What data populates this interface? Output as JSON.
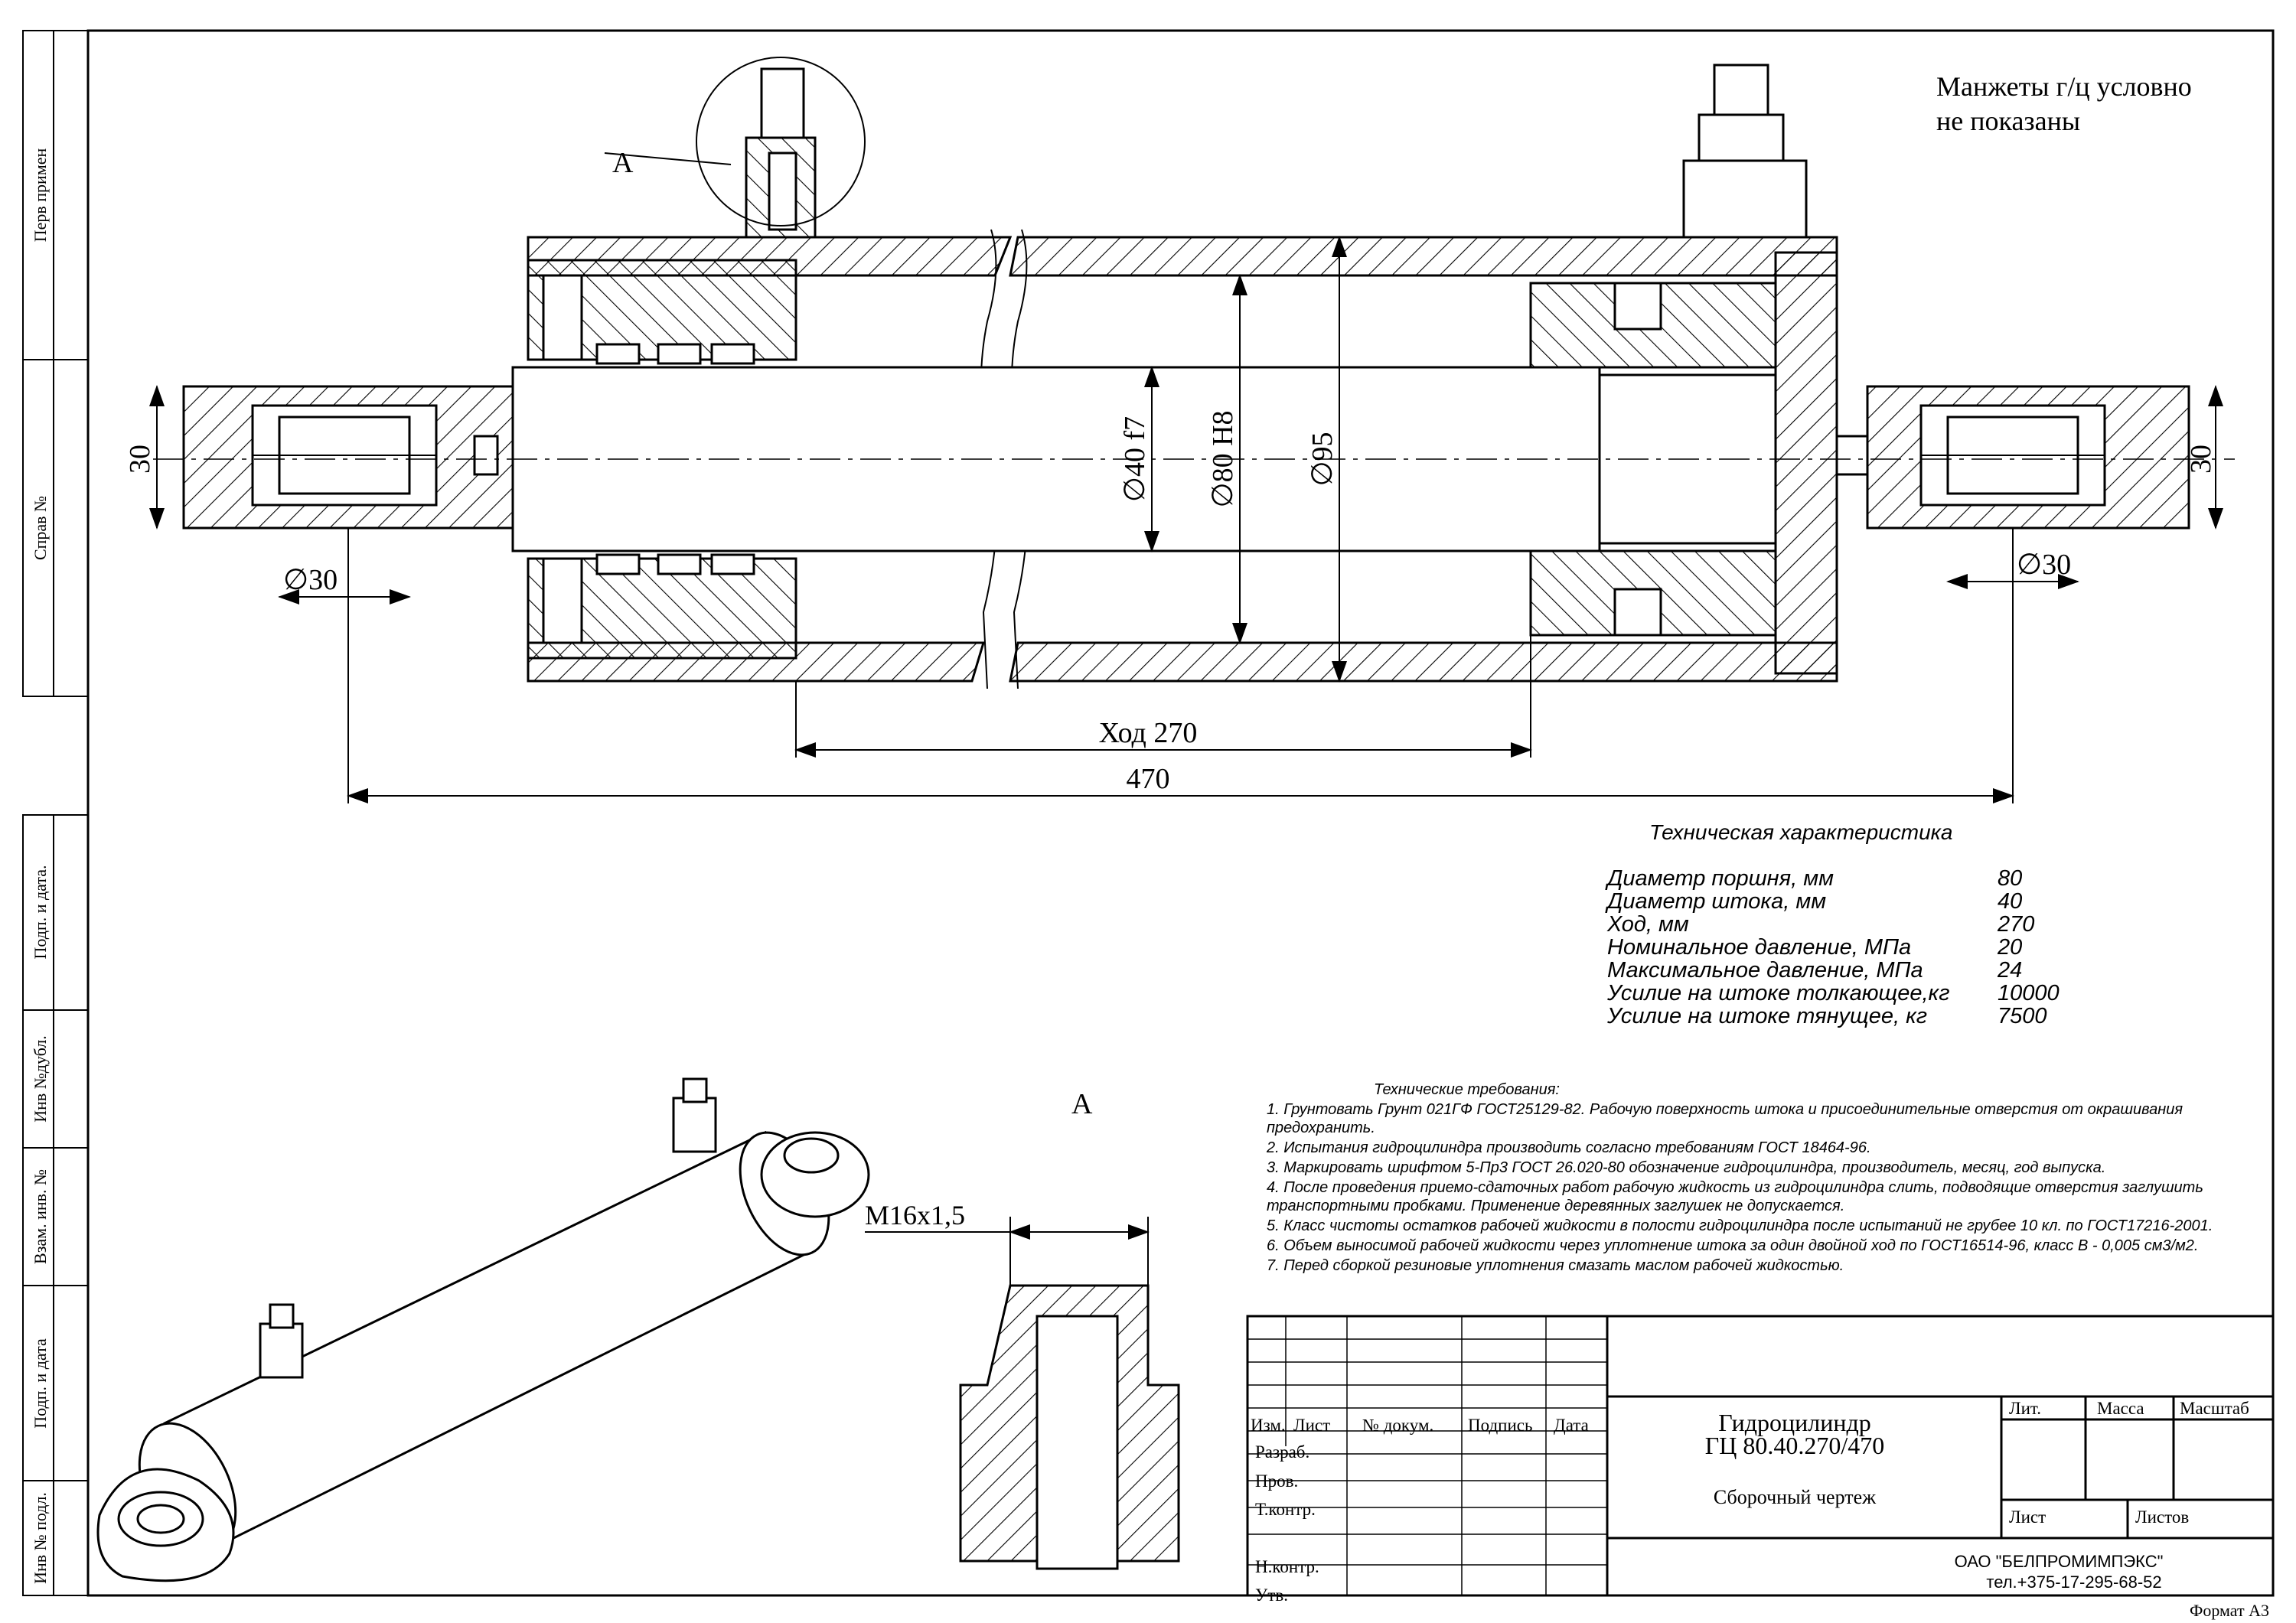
{
  "side_stamps": [
    "Перв примен",
    "Справ №",
    "Подп. и дата.",
    "Инв №дубл.",
    "Взам. инв. №",
    "Подп. и дата",
    "Инв № подл."
  ],
  "notes_top": [
    "Манжеты г/ц условно",
    "не показаны"
  ],
  "section_label": "А",
  "dimensions": {
    "eye_height_left": "30",
    "eye_height_right": "30",
    "pin_left": "∅30",
    "pin_right": "∅30",
    "rod": "∅40 f7",
    "bore": "∅80 H8",
    "tube": "∅95",
    "stroke": "Ход 270",
    "length": "470"
  },
  "detail": {
    "title": "А",
    "thread": "M16x1,5"
  },
  "tech_chars": {
    "title": "Техническая характеристика",
    "rows": [
      {
        "label": "Диаметр поршня, мм",
        "value": "80"
      },
      {
        "label": "Диаметр штока, мм",
        "value": "40"
      },
      {
        "label": "Ход, мм",
        "value": "270"
      },
      {
        "label": "Номинальное давление, МПа",
        "value": "20"
      },
      {
        "label": "Максимальное давление, МПа",
        "value": "24"
      },
      {
        "label": "Усилие на штоке толкающее,кг",
        "value": "10000"
      },
      {
        "label": "Усилие на штоке тянущее, кг",
        "value": "7500"
      }
    ]
  },
  "requirements": {
    "title": "Технические требования:",
    "lines": [
      "1. Грунтовать Грунт 021ГФ ГОСТ25129-82. Рабочую поверхность штока и присоединительные отверстия от окрашивания",
      "предохранить.",
      "2. Испытания гидроцилиндра производить согласно требованиям ГОСТ 18464-96.",
      "3. Маркировать шрифтом 5-Пр3 ГОСТ 26.020-80 обозначение гидроцилиндра, производитель, месяц, год выпуска.",
      "4. После проведения приемо-сдаточных работ рабочую жидкость из гидроцилиндра слить, подводящие отверстия заглушить",
      "транспортными пробками. Применение деревянных заглушек не допускается.",
      "5. Класс чистоты остатков рабочей жидкости в полости гидроцилиндра после испытаний не грубее 10 кл. по ГОСТ17216-2001.",
      "6. Объем выносимой рабочей жидкости через уплотнение штока за один двойной ход по ГОСТ16514-96, класс В - 0,005 см3/м2.",
      "7. Перед сборкой резиновые уплотнения смазать маслом  рабочей жидкостью."
    ]
  },
  "title_block": {
    "header": [
      "Изм.",
      "Лист",
      "№ докум.",
      "Подпись",
      "Дата"
    ],
    "roles": [
      "Разраб.",
      "Пров.",
      "Т.контр.",
      "Н.контр.",
      "Утв."
    ],
    "name_line1": "Гидроцилиндр",
    "name_line2": "ГЦ 80.40.270/470",
    "doc_type": "Сборочный чертеж",
    "lit": "Лит.",
    "mass": "Масса",
    "scale": "Масштаб",
    "sheet": "Лист",
    "sheets": "Листов",
    "company": "ОАО \"БЕЛПРОМИМПЭКС\"",
    "phone": "тел.+375-17-295-68-52",
    "format": "Формат  А3"
  }
}
